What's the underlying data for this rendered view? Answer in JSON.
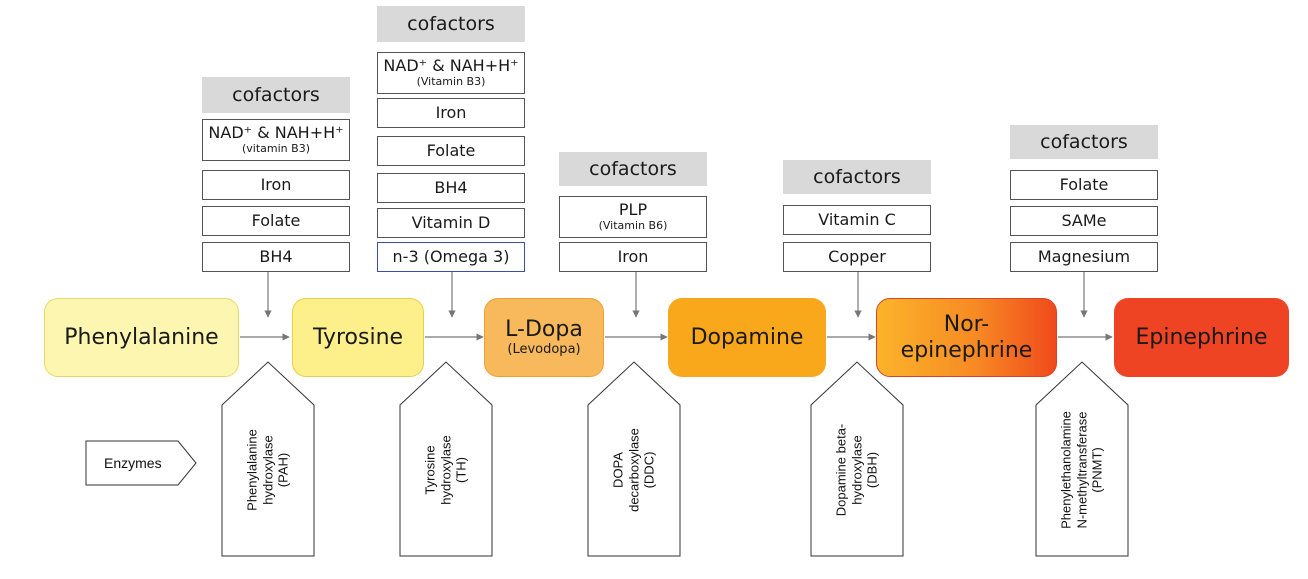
{
  "molecules": [
    {
      "main": "Phenylalanine",
      "sub": ""
    },
    {
      "main": "Tyrosine",
      "sub": ""
    },
    {
      "main": "L-Dopa",
      "sub": "(Levodopa)"
    },
    {
      "main": "Dopamine",
      "sub": ""
    },
    {
      "main": "Nor-\nepinephrine",
      "sub": ""
    },
    {
      "main": "Epinephrine",
      "sub": ""
    }
  ],
  "cofactor_heading": "cofactors",
  "cofactor_groups": [
    {
      "items": [
        {
          "label": "NAD⁺ & NAH+H⁺",
          "sub": "(vitamin B3)"
        },
        {
          "label": "Iron",
          "sub": ""
        },
        {
          "label": "Folate",
          "sub": ""
        },
        {
          "label": "BH4",
          "sub": ""
        }
      ]
    },
    {
      "items": [
        {
          "label": "NAD⁺ & NAH+H⁺",
          "sub": "(Vitamin B3)"
        },
        {
          "label": "Iron",
          "sub": ""
        },
        {
          "label": "Folate",
          "sub": ""
        },
        {
          "label": "BH4",
          "sub": ""
        },
        {
          "label": "Vitamin D",
          "sub": ""
        },
        {
          "label": "n-3 (Omega 3)",
          "sub": ""
        }
      ]
    },
    {
      "items": [
        {
          "label": "PLP",
          "sub": "(Vitamin B6)"
        },
        {
          "label": "Iron",
          "sub": ""
        }
      ]
    },
    {
      "items": [
        {
          "label": "Vitamin C",
          "sub": ""
        },
        {
          "label": "Copper",
          "sub": ""
        }
      ]
    },
    {
      "items": [
        {
          "label": "Folate",
          "sub": ""
        },
        {
          "label": "SAMe",
          "sub": ""
        },
        {
          "label": "Magnesium",
          "sub": ""
        }
      ]
    }
  ],
  "enzymes_label": "Enzymes",
  "enzymes": [
    "Phenylalanine\nhydroxylase\n(PAH)",
    "Tyrosine\nhydroxylase\n(TH)",
    "DOPA\ndecarboxylase\n(DDC)",
    "Dopamine beta-\nhydroxylase\n(DBH)",
    "Phenylethanolamine\nN-methyltransferase\n(PNMT)"
  ],
  "colors": {
    "phenylalanine": "#fdf6b0",
    "tyrosine": "#fdf08a",
    "ldopa": "#f8b85c",
    "dopamine": "#f9a81c",
    "norepinephrine_start": "#fbb42a",
    "norepinephrine_end": "#f04a1a",
    "epinephrine": "#ef4424",
    "cofactor_heading_bg": "#d9d9d9"
  }
}
